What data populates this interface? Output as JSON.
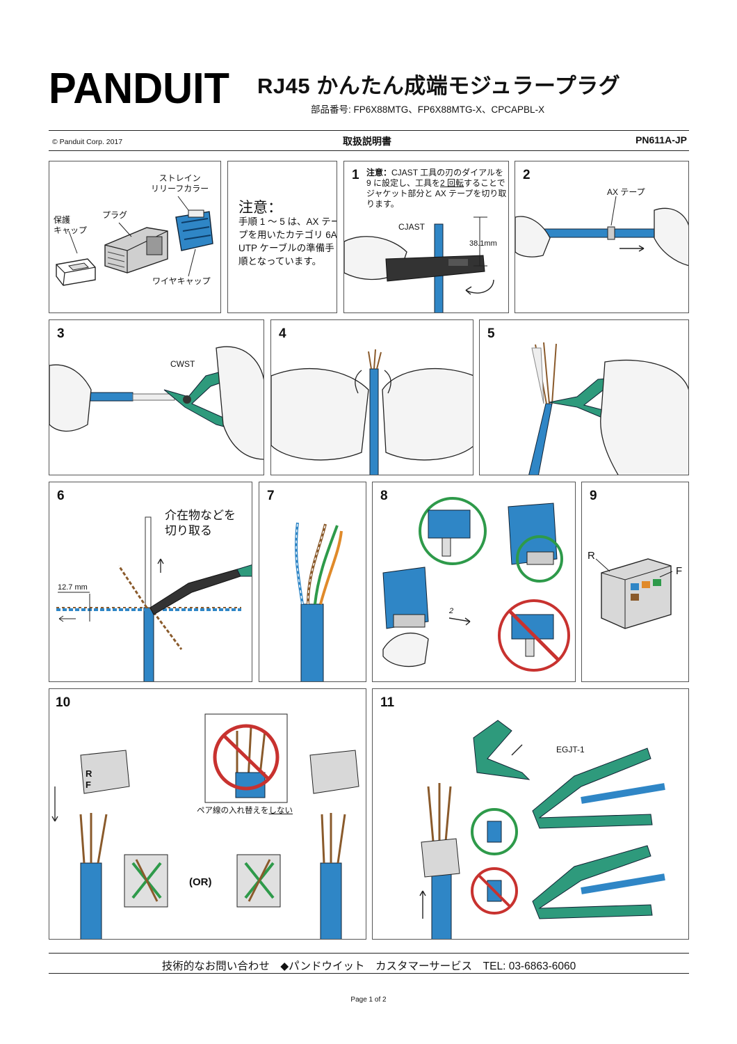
{
  "header": {
    "logo_text": "PANDUIT",
    "title": "RJ45 かんたん成端モジュラープラグ",
    "part_numbers": "部品番号: FP6X88MTG、FP6X88MTG-X、CPCAPBL-X",
    "copyright": "© Panduit Corp. 2017",
    "manual_label": "取扱説明書",
    "doc_number": "PN611A-JP"
  },
  "parts_panel": {
    "strain_relief": "ストレイン\nリリーフカラー",
    "protect_cap": "保護\nキャップ",
    "plug": "プラグ",
    "wire_cap": "ワイヤキャップ"
  },
  "note_panel": {
    "title": "注意：",
    "body": "手順 1 〜 5 は、AX テープを用いたカテゴリ 6A UTP ケーブルの準備手順となっています。"
  },
  "steps": [
    {
      "num": "1",
      "note_prefix": "注意：",
      "note_a": "CJAST 工具の刃のダイアルを 9 に設定し、工具を",
      "note_u": "2 回転",
      "note_b": "することでジャケット部分と AX テープを切り取ります。",
      "tool": "CJAST",
      "dim": "38.1mm"
    },
    {
      "num": "2",
      "label": "AX テープ"
    },
    {
      "num": "3",
      "tool": "CWST"
    },
    {
      "num": "4"
    },
    {
      "num": "5"
    },
    {
      "num": "6",
      "label": "介在物などを\n切り取る",
      "dim": "12.7 mm"
    },
    {
      "num": "7"
    },
    {
      "num": "8",
      "arrow_label": "2"
    },
    {
      "num": "9",
      "left": "R",
      "right": "F"
    },
    {
      "num": "10",
      "no_swap": "ペア線の入れ替えを",
      "no_swap_u": "しない",
      "or_label": "(OR)",
      "r": "R",
      "f": "F"
    },
    {
      "num": "11",
      "tool": "EGJT-1"
    }
  ],
  "footer": {
    "contact": "技術的なお問い合わせ　◆パンドウイット　カスタマーサービス　TEL: 03-6863-6060",
    "page": "Page 1 of 2"
  },
  "colors": {
    "cable_blue": "#2f86c6",
    "tool_green": "#2e9a7c",
    "stop_red": "#c8322f",
    "ok_green": "#2e9a4a",
    "skin": "#f4f4f4"
  }
}
